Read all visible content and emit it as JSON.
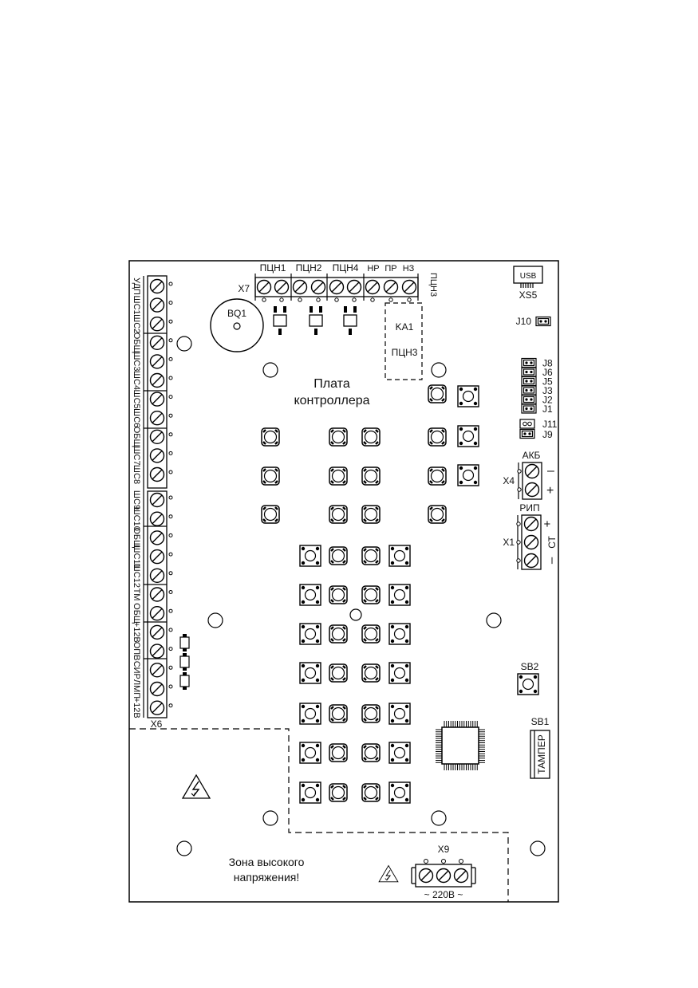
{
  "board": {
    "title_line1": "Плата",
    "title_line2": "контроллера",
    "buzzer": "BQ1",
    "relay_block": {
      "line1": "KA1",
      "line2": "ПЦН3"
    },
    "high_voltage_zone": {
      "line1": "Зона высокого",
      "line2": "напряжения!"
    }
  },
  "connectors": {
    "x7": {
      "label": "X7",
      "groups": [
        "ПЦН1",
        "ПЦН2",
        "ПЦН4"
      ],
      "contacts": [
        "НР",
        "ПР",
        "НЗ"
      ],
      "side_label": "ПЦН3"
    },
    "x6": {
      "label": "X6",
      "pins": [
        "УДП",
        "ШС1",
        "ШС2",
        "ОБЩ",
        "ШС3",
        "ШС4",
        "ШС5",
        "ШС6",
        "ОБЩ",
        "ШС7",
        "ШС8",
        "ШС9",
        "ШС10",
        "ОБЩ",
        "ШС11",
        "ШС12",
        "ТМ",
        "ОБЩ",
        "+12В",
        "ОПВ",
        "СИР",
        "ЛМП",
        "+12В"
      ]
    },
    "x4": {
      "label": "X4",
      "name": "АКБ",
      "minus": "–",
      "plus": "+"
    },
    "x1": {
      "label": "X1",
      "name": "РИП",
      "plus": "+",
      "mid": "СТ",
      "minus": "–"
    },
    "x9": {
      "label": "X9",
      "name": "~ 220В ~"
    },
    "usb": {
      "label": "USB",
      "name": "XS5"
    }
  },
  "jumpers": {
    "j10": "J10",
    "column": [
      "J8",
      "J6",
      "J5",
      "J3",
      "J2",
      "J1"
    ],
    "j11": "J11",
    "j9": "J9"
  },
  "switches": {
    "sb2": "SB2",
    "sb1": "SB1",
    "tamper": "ТАМПЕР"
  }
}
